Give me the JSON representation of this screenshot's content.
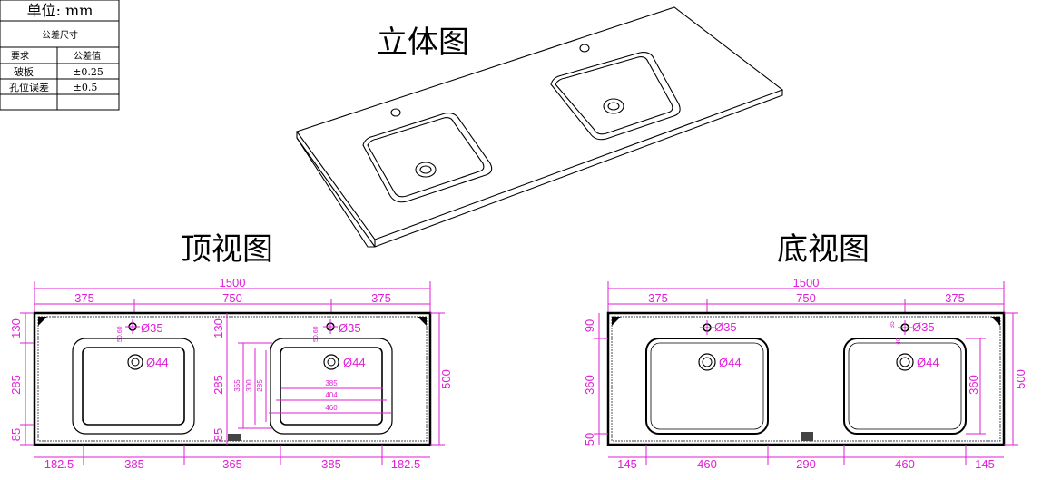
{
  "tolerance_table": {
    "unit_label": "单位: mm",
    "subtitle": "公差尺寸",
    "header_requirement": "要求",
    "header_value": "公差值",
    "rows": [
      {
        "item": "破板",
        "value": "±0.25"
      },
      {
        "item": "孔位误差",
        "value": "±0.5"
      }
    ]
  },
  "titles": {
    "iso": "立体图",
    "top": "顶视图",
    "bottom": "底视图"
  },
  "top_view": {
    "overall_width": "1500",
    "seg_left": "375",
    "seg_mid": "750",
    "seg_right": "375",
    "v_130_left": "130",
    "v_285_left": "285",
    "v_85_left": "85",
    "v_130_right": "130",
    "v_285_right": "285",
    "v_85_right": "85",
    "depth": "500",
    "tap_left": "Ø35",
    "tap_right": "Ø35",
    "drain_left": "Ø44",
    "drain_right": "Ø44",
    "small_60_left": "50.60",
    "small_60_right": "50.60",
    "inner_385": "385",
    "inner_404": "404",
    "inner_460": "460",
    "v_355": "355",
    "v_300": "300",
    "v_285b": "285",
    "bottom_dims": [
      "182.5",
      "385",
      "365",
      "385",
      "182.5"
    ]
  },
  "bottom_view": {
    "overall_width": "1500",
    "seg_left": "375",
    "seg_mid": "750",
    "seg_right": "375",
    "v_90": "90",
    "v_360_left": "360",
    "v_50": "50",
    "v_360_right": "360",
    "depth": "500",
    "tap_left": "Ø35",
    "tap_right": "Ø35",
    "drain_left": "Ø44",
    "drain_right": "Ø44",
    "small_35": "35",
    "small_40": "40",
    "bottom_dims": [
      "145",
      "460",
      "290",
      "460",
      "145"
    ]
  },
  "colors": {
    "dimension": "#e01fd6",
    "outline": "#000000"
  }
}
